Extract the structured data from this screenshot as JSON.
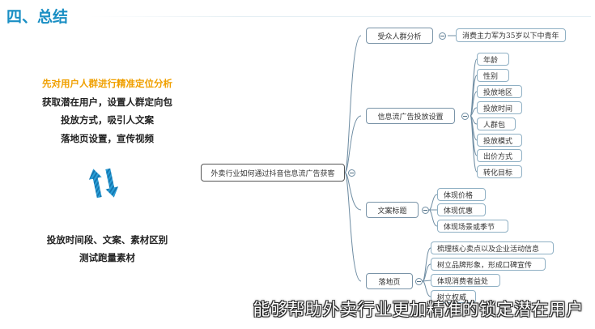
{
  "slide": {
    "title": "四、总结"
  },
  "left_panel": {
    "highlight_line": "先对用户人群进行精准定位分析",
    "lines": [
      "获取潜在用户，设置人群定向包",
      "投放方式，吸引人文案",
      "落地页设置，宣传视频"
    ],
    "bottom_lines": [
      "投放时间段、文案、素材区别",
      "测试跑量素材"
    ],
    "icon": "swap-arrows-icon"
  },
  "mindmap": {
    "root": "外卖行业如何通过抖音信息流广告获客",
    "branches": [
      {
        "label": "受众人群分析",
        "children": [
          "消费主力军为35岁以下中青年"
        ]
      },
      {
        "label": "信息流广告投放设置",
        "children": [
          "年龄",
          "性别",
          "投放地区",
          "投放时间",
          "人群包",
          "投放模式",
          "出价方式",
          "转化目标"
        ]
      },
      {
        "label": "文案标题",
        "children": [
          "体现价格",
          "体现优惠",
          "体现场景或季节"
        ]
      },
      {
        "label": "落地页",
        "children": [
          "梳理核心卖点以及企业活动信息",
          "树立品牌形象，形成口碑宣传",
          "体现消费者益处",
          "树立权威"
        ]
      }
    ]
  },
  "subtitle": "能够帮助外卖行业更加精准的锁定潜在用户",
  "colors": {
    "title": "#1a8fc4",
    "highlight": "#f0a000",
    "connector": "#6f8da3"
  }
}
